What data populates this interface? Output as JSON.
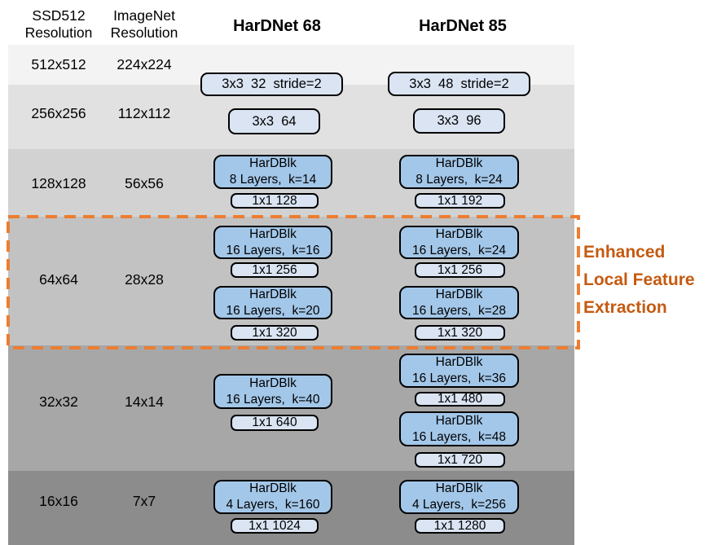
{
  "colors": {
    "row_bands": [
      "#F3F3F3",
      "#E1E1E1",
      "#D2D2D2",
      "#C2C2C2",
      "#A7A7A7",
      "#8C8C8C"
    ],
    "hardblk_fill": "#A3C7E9",
    "conv_fill": "#DAE4F3",
    "highlight_border": "#ED7D31",
    "annotation_text": "#C55A11"
  },
  "header": {
    "ssd_line1": "SSD512",
    "ssd_line2": "Resolution",
    "imagenet_line1": "ImageNet",
    "imagenet_line2": "Resolution",
    "net68_title": "HarDNet 68",
    "net85_title": "HarDNet 85"
  },
  "rows": [
    {
      "ssd": "512x512",
      "imagenet": "224x224"
    },
    {
      "ssd": "256x256",
      "imagenet": "112x112"
    },
    {
      "ssd": "128x128",
      "imagenet": "56x56"
    },
    {
      "ssd": "64x64",
      "imagenet": "28x28"
    },
    {
      "ssd": "32x32",
      "imagenet": "14x14"
    },
    {
      "ssd": "16x16",
      "imagenet": "7x7"
    }
  ],
  "net68": {
    "conv1": "3x3  32  stride=2",
    "conv2": "3x3  64",
    "stage3_blk_name": "HarDBlk",
    "stage3_blk_cfg": "8 Layers,  k=14",
    "stage3_out": "1x1 128",
    "stage4a_blk_name": "HarDBlk",
    "stage4a_blk_cfg": "16 Layers,  k=16",
    "stage4a_out": "1x1 256",
    "stage4b_blk_name": "HarDBlk",
    "stage4b_blk_cfg": "16 Layers,  k=20",
    "stage4b_out": "1x1 320",
    "stage5_blk_name": "HarDBlk",
    "stage5_blk_cfg": "16 Layers,  k=40",
    "stage5_out": "1x1 640",
    "stage6_blk_name": "HarDBlk",
    "stage6_blk_cfg": "4 Layers,  k=160",
    "stage6_out": "1x1 1024"
  },
  "net85": {
    "conv1": "3x3  48  stride=2",
    "conv2": "3x3  96",
    "stage3_blk_name": "HarDBlk",
    "stage3_blk_cfg": "8 Layers,  k=24",
    "stage3_out": "1x1 192",
    "stage4a_blk_name": "HarDBlk",
    "stage4a_blk_cfg": "16 Layers,  k=24",
    "stage4a_out": "1x1 256",
    "stage4b_blk_name": "HarDBlk",
    "stage4b_blk_cfg": "16 Layers,  k=28",
    "stage4b_out": "1x1 320",
    "stage5a_blk_name": "HarDBlk",
    "stage5a_blk_cfg": "16 Layers,  k=36",
    "stage5a_out": "1x1 480",
    "stage5b_blk_name": "HarDBlk",
    "stage5b_blk_cfg": "16 Layers,  k=48",
    "stage5b_out": "1x1 720",
    "stage6_blk_name": "HarDBlk",
    "stage6_blk_cfg": "4 Layers,  k=256",
    "stage6_out": "1x1 1280"
  },
  "annotation": {
    "line1": "Enhanced",
    "line2": "Local Feature",
    "line3": "Extraction"
  }
}
